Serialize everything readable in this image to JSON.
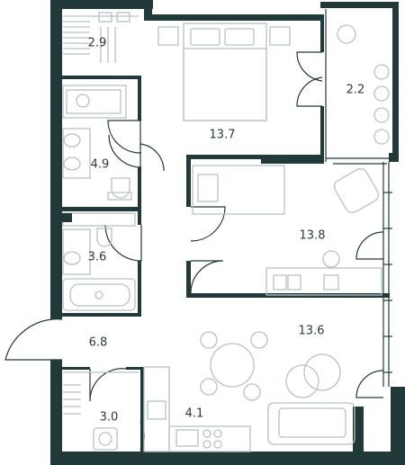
{
  "rooms": [
    {
      "id": "wardrobe-top",
      "area": "2.9"
    },
    {
      "id": "balcony",
      "area": "2.2"
    },
    {
      "id": "bedroom",
      "area": "13.7"
    },
    {
      "id": "bathroom",
      "area": "4.9"
    },
    {
      "id": "kids-room",
      "area": "13.8"
    },
    {
      "id": "wc",
      "area": "3.6"
    },
    {
      "id": "hall",
      "area": "6.8"
    },
    {
      "id": "living-room",
      "area": "13.6"
    },
    {
      "id": "wardrobe-bottom",
      "area": "3.0"
    },
    {
      "id": "kitchen",
      "area": "4.1"
    }
  ],
  "colors": {
    "wall": "#22393a",
    "furniture": "#b7c3c1",
    "label": "#2a3a3a"
  }
}
